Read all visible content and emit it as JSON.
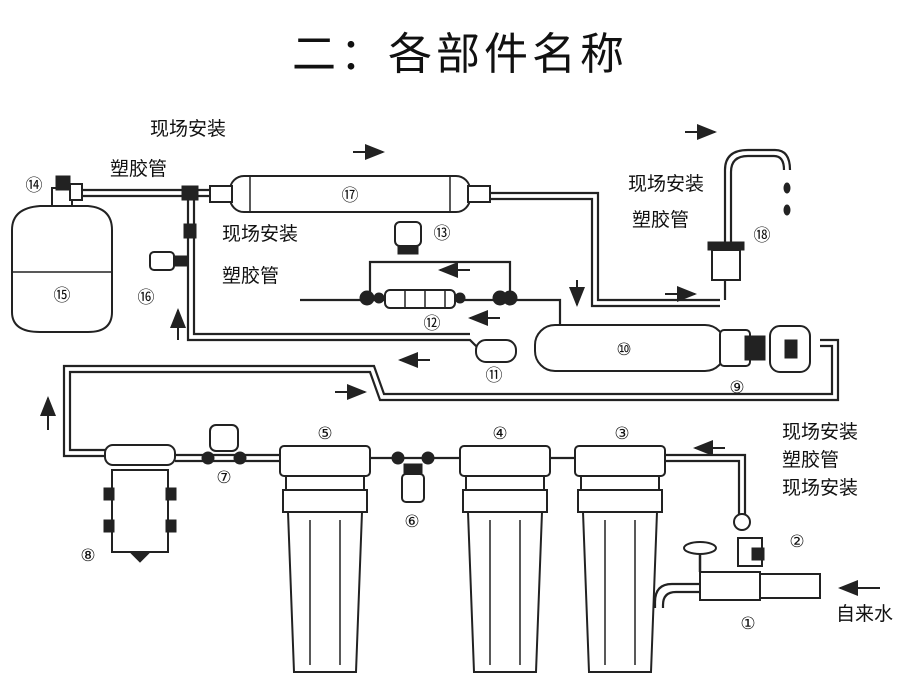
{
  "title": "二：各部件名称",
  "labels": {
    "site_install_top": "现场安装",
    "plastic_pipe_top": "塑胶管",
    "site_install_mid": "现场安装",
    "plastic_pipe_mid": "塑胶管",
    "site_install_faucet": "现场安装",
    "plastic_pipe_faucet": "塑胶管",
    "site_install_right": "现场安装",
    "plastic_pipe_right": "塑胶管",
    "site_install_right2": "现场安装",
    "tap_water": "自来水"
  },
  "parts": {
    "p1": "①",
    "p2": "②",
    "p3": "③",
    "p4": "④",
    "p5": "⑤",
    "p6": "⑥",
    "p7": "⑦",
    "p8": "⑧",
    "p9": "⑨",
    "p10": "⑩",
    "p11": "⑪",
    "p12": "⑫",
    "p13": "⑬",
    "p14": "⑭",
    "p15": "⑮",
    "p16": "⑯",
    "p17": "⑰",
    "p18": "⑱"
  }
}
